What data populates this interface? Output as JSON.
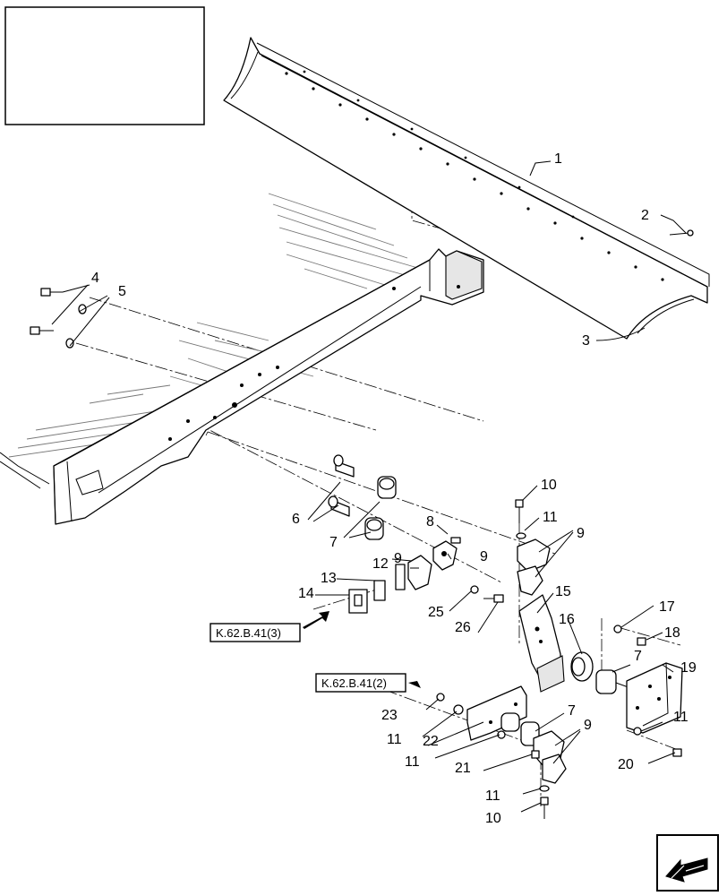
{
  "callouts": [
    {
      "id": "c1",
      "text": "1"
    },
    {
      "id": "c2",
      "text": "2"
    },
    {
      "id": "c3",
      "text": "3"
    },
    {
      "id": "c4",
      "text": "4"
    },
    {
      "id": "c5",
      "text": "5"
    },
    {
      "id": "c6",
      "text": "6"
    },
    {
      "id": "c7a",
      "text": "7"
    },
    {
      "id": "c8",
      "text": "8"
    },
    {
      "id": "c9a",
      "text": "9"
    },
    {
      "id": "c9b",
      "text": "9"
    },
    {
      "id": "c12",
      "text": "12"
    },
    {
      "id": "c13",
      "text": "13"
    },
    {
      "id": "c14",
      "text": "14"
    },
    {
      "id": "c10a",
      "text": "10"
    },
    {
      "id": "c11a",
      "text": "11"
    },
    {
      "id": "c9c",
      "text": "9"
    },
    {
      "id": "c15",
      "text": "15"
    },
    {
      "id": "c25",
      "text": "25"
    },
    {
      "id": "c26",
      "text": "26"
    },
    {
      "id": "c16",
      "text": "16"
    },
    {
      "id": "c17",
      "text": "17"
    },
    {
      "id": "c18",
      "text": "18"
    },
    {
      "id": "c7b",
      "text": "7"
    },
    {
      "id": "c19",
      "text": "19"
    },
    {
      "id": "c23",
      "text": "23"
    },
    {
      "id": "c11b",
      "text": "11"
    },
    {
      "id": "c22",
      "text": "22"
    },
    {
      "id": "c7c",
      "text": "7"
    },
    {
      "id": "c9d",
      "text": "9"
    },
    {
      "id": "c11c",
      "text": "11"
    },
    {
      "id": "c21",
      "text": "21"
    },
    {
      "id": "c11d",
      "text": "11"
    },
    {
      "id": "c11e",
      "text": "11"
    },
    {
      "id": "c20",
      "text": "20"
    },
    {
      "id": "c10b",
      "text": "10"
    }
  ],
  "references": [
    {
      "id": "ref1",
      "text": "K.62.B.41(3)"
    },
    {
      "id": "ref2",
      "text": "K.62.B.41(2)"
    }
  ],
  "icons": {
    "navigation": "next-page-arrow-icon"
  }
}
